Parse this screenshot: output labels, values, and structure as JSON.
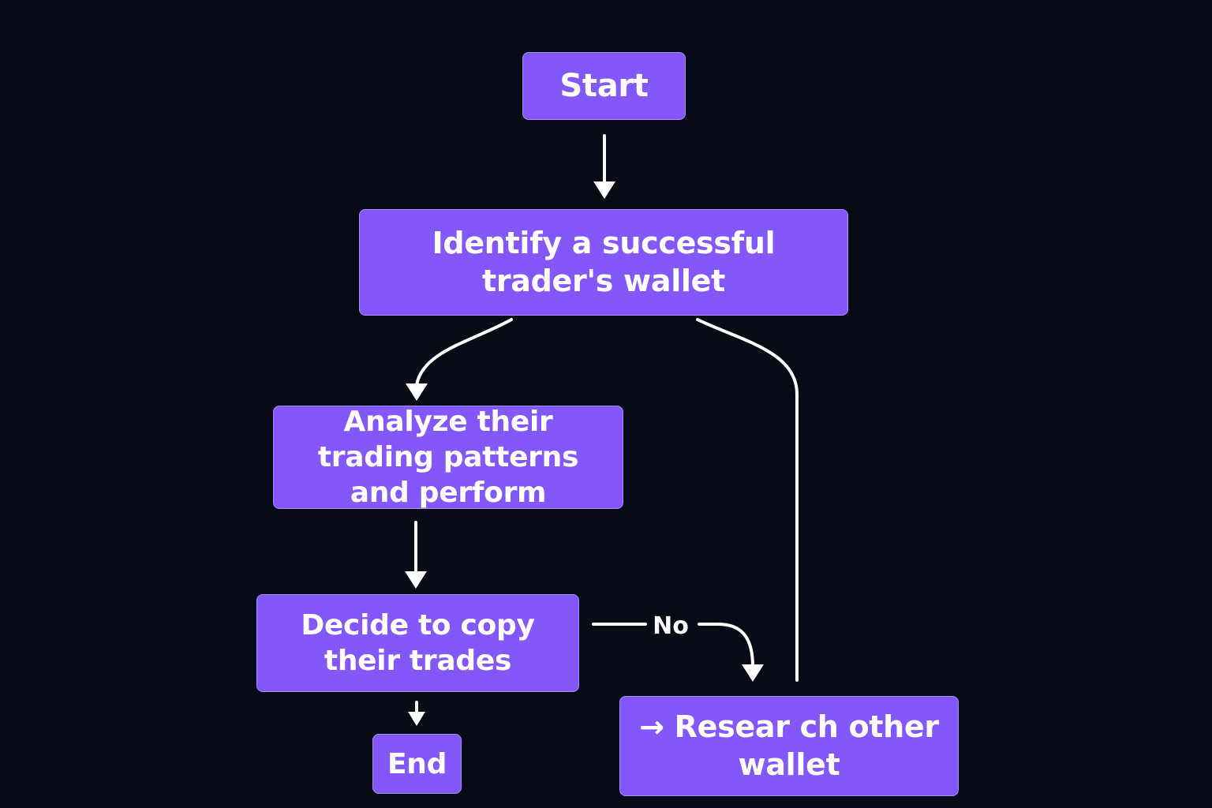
{
  "diagram": {
    "nodes": {
      "start": "Start",
      "identify": "Identify a successful trader's wallet",
      "analyze": "Analyze their trading patterns and perform",
      "decide": "Decide to copy their trades",
      "end": "End",
      "research": "→ Resear ch other wallet"
    },
    "edge_labels": {
      "no": "No"
    }
  },
  "colors": {
    "background": "#070b16",
    "node_fill": "#8457fb",
    "node_border": "#a88bff",
    "text": "#ffffff",
    "edge": "#ffffff"
  }
}
